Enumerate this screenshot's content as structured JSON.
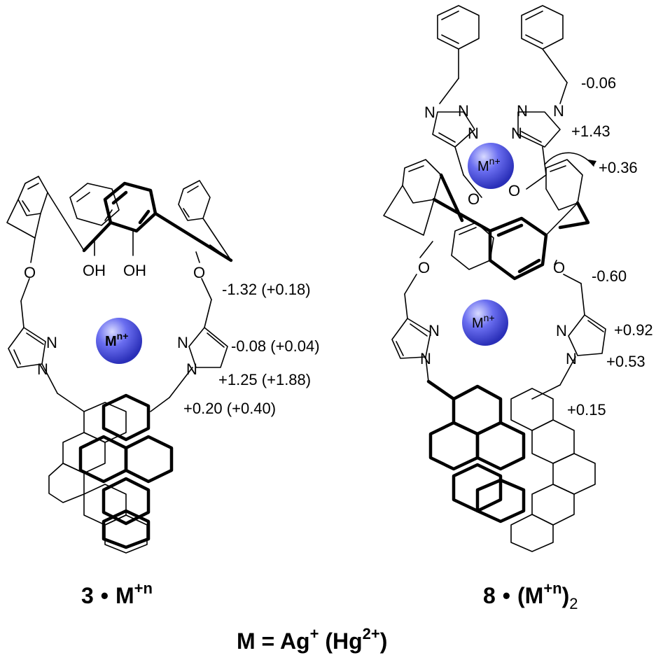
{
  "colors": {
    "ion_fill": "#4b4fdc",
    "ion_highlight": "#c9cbff",
    "ink": "#000000"
  },
  "compound3": {
    "label_num": "3",
    "label_bullet": "•",
    "label_metal": "M",
    "label_charge": "+n",
    "ion_base": "M",
    "ion_charge": "n+",
    "oh_labels": [
      "OH",
      "OH"
    ],
    "o_labels": [
      "O",
      "O"
    ],
    "n_labels": [
      "N",
      "N",
      "N",
      "N"
    ],
    "shifts": [
      "-1.32 (+0.18)",
      "-0.08 (+0.04)",
      "+1.25 (+1.88)",
      "+0.20 (+0.40)"
    ]
  },
  "compound8": {
    "label_num": "8",
    "label_bullet": "•",
    "label_open": "(M",
    "label_charge": "+n",
    "label_close": ")",
    "label_sub": "2",
    "ion_base": "M",
    "ion_charge": "n+",
    "o_labels": [
      "O",
      "O",
      "O",
      "O"
    ],
    "n_labels": [
      "N",
      "N",
      "N",
      "N",
      "N",
      "N",
      "N",
      "N",
      "N",
      "N"
    ],
    "shifts": [
      "-0.06",
      "+1.43",
      "+0.36",
      "-0.60",
      "+0.92",
      "+0.53",
      "+0.15"
    ]
  },
  "footer": {
    "prefix": "M = Ag",
    "sup1": "+",
    "mid": " (Hg",
    "sup2": "2+",
    "suffix": ")"
  }
}
